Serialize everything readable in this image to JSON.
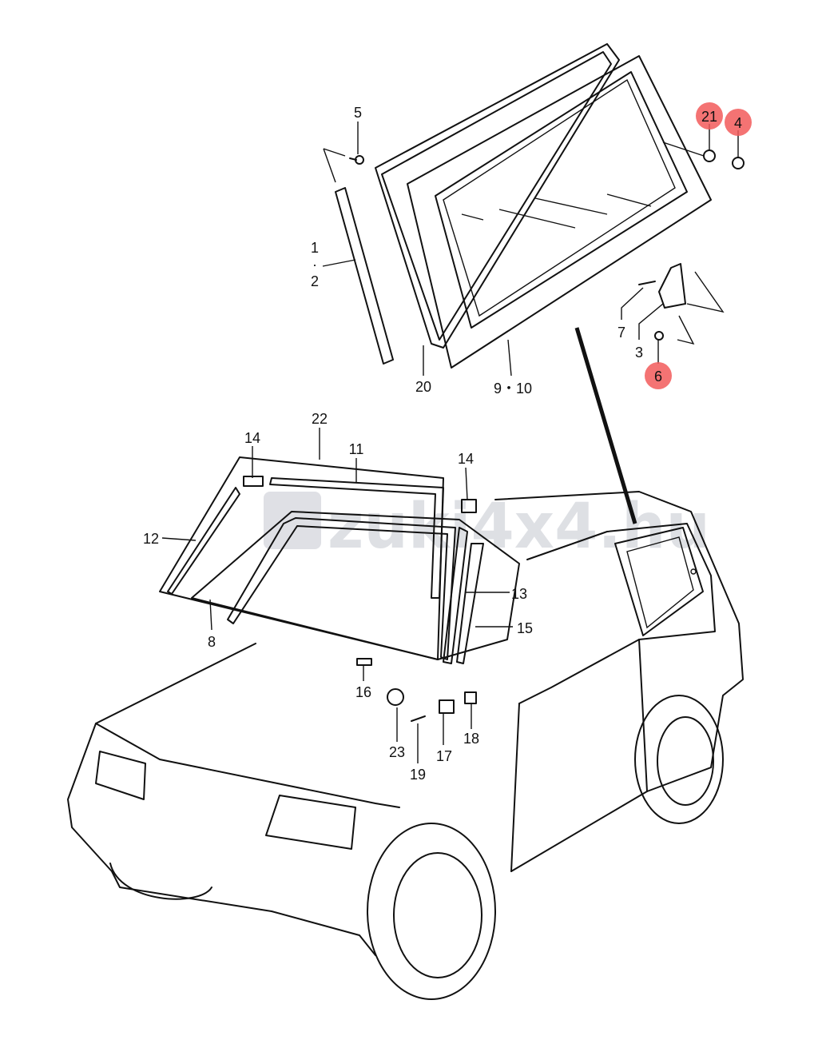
{
  "watermark": "zuki4x4.hu",
  "highlight_color": "#f25a5a",
  "callouts": {
    "c5": "5",
    "c1": "1",
    "c2": "2",
    "c20": "20",
    "c9_10": "9・10",
    "c21": "21",
    "c4": "4",
    "c7": "7",
    "c3": "3",
    "c6": "6",
    "c22": "22",
    "c14a": "14",
    "c11": "11",
    "c14b": "14",
    "c12": "12",
    "c13": "13",
    "c15": "15",
    "c8": "8",
    "c16": "16",
    "c23": "23",
    "c17": "17",
    "c18": "18",
    "c19": "19"
  },
  "highlighted": [
    "21",
    "4",
    "6"
  ]
}
